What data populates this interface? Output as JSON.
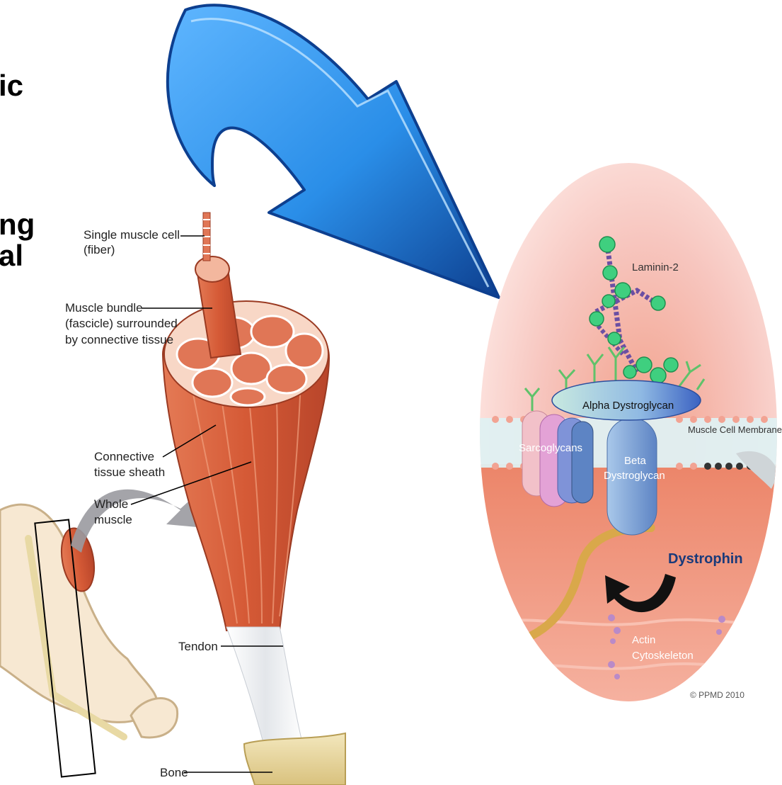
{
  "slide": {
    "text_fragments": [
      "ic",
      "ng",
      "al"
    ]
  },
  "muscle_labels": {
    "single_fiber_line1": "Single muscle cell",
    "single_fiber_line2": "(fiber)",
    "bundle_line1": "Muscle bundle",
    "bundle_line2": "(fascicle) surrounded",
    "bundle_line3": "by connective tissue",
    "sheath_line1": "Connective",
    "sheath_line2": "tissue sheath",
    "whole_line1": "Whole",
    "whole_line2": "muscle",
    "tendon": "Tendon",
    "bone": "Bone"
  },
  "membrane_labels": {
    "laminin": "Laminin-2",
    "alpha": "Alpha Dystroglycan",
    "membrane": "Muscle Cell Membrane",
    "sarcoglycans": "Sarcoglycans",
    "beta_line1": "Beta",
    "beta_line2": "Dystroglycan",
    "dystrophin": "Dystrophin",
    "actin_line1": "Actin",
    "actin_line2": "Cytoskeleton",
    "copyright": "© PPMD 2010"
  },
  "colors": {
    "arrow_blue": "#2a8ee8",
    "arrow_dark": "#0d3f8f",
    "muscle": "#d9623b",
    "muscle_dark": "#b8452a",
    "tendon": "#eceef0",
    "bone": "#e8d9a4",
    "oval_pink": "#f7c6bf",
    "oval_core": "#ee8a6e",
    "laminin_green": "#3fcf7f",
    "alpha_blue": "#9cc8e0",
    "beta_blue": "#7fa7d4",
    "dystrophin_gold": "#d9a84a"
  }
}
